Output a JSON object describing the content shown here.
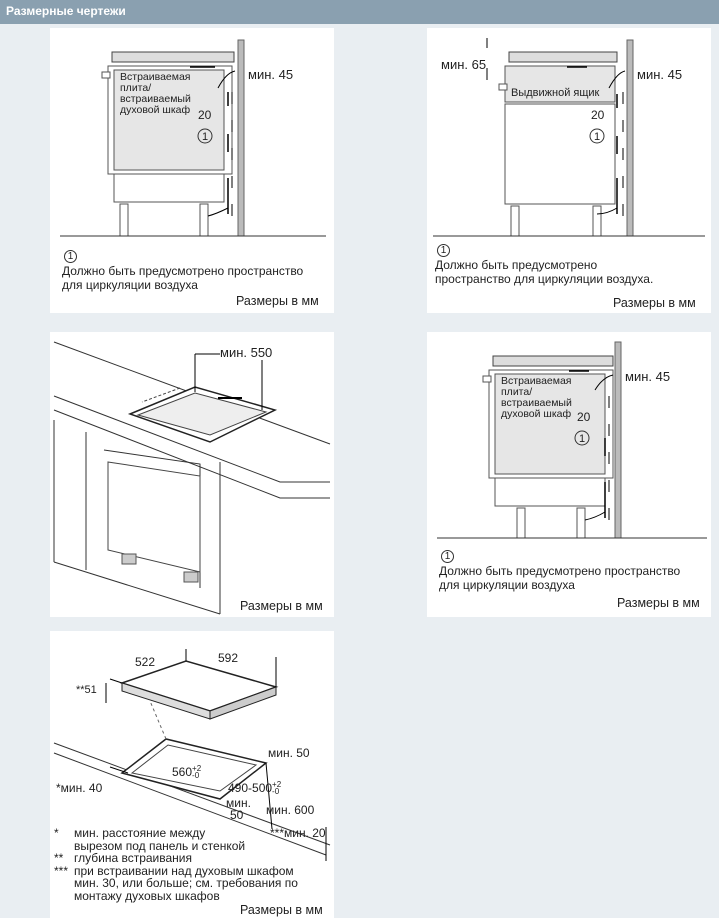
{
  "header": {
    "title": "Размерные чертежи"
  },
  "panel1": {
    "appliance": [
      "Встраиваемая",
      "плита/",
      "встраиваемый",
      "духовой шкаф"
    ],
    "dim_gap": "20",
    "dim_top": "мин. 45",
    "marker": "1",
    "note_marker": "1",
    "note": [
      "Должно быть предусмотрено пространство",
      "для циркуляции воздуха"
    ],
    "units": "Размеры в мм"
  },
  "panel2": {
    "dim_left": "мин. 65",
    "dim_top": "мин. 45",
    "drawer": "Выдвижной ящик",
    "dim_gap": "20",
    "marker": "1",
    "note_marker": "1",
    "note": [
      "Должно быть предусмотрено",
      "пространство для циркуляции воздуха."
    ],
    "units": "Размеры в мм"
  },
  "panel3": {
    "dim": "мин. 550",
    "units": "Размеры в мм"
  },
  "panel4": {
    "appliance": [
      "Встраиваемая",
      "плита/",
      "встраиваемый",
      "духовой шкаф"
    ],
    "dim_gap": "20",
    "dim_top": "мин. 45",
    "marker": "1",
    "note_marker": "1",
    "note": [
      "Должно быть предусмотрено пространство",
      "для циркуляции воздуха"
    ],
    "units": "Размеры в мм"
  },
  "panel5": {
    "depth": "522",
    "width": "592",
    "height": "**51",
    "min50": "мин. 50",
    "cut_w": "560",
    "cut_w_tol": [
      "+2",
      "-0"
    ],
    "cut_d": "490-500",
    "cut_d_tol": [
      "+2",
      "-0"
    ],
    "min40": "*мин. 40",
    "min50b": [
      "мин.",
      "50"
    ],
    "min600": "мин. 600",
    "min20": "***мин. 20",
    "footnotes": [
      {
        "mark": "*",
        "lines": [
          "мин. расстояние между",
          "вырезом под панель и стенкой"
        ]
      },
      {
        "mark": "**",
        "lines": [
          "глубина встраивания"
        ]
      },
      {
        "mark": "***",
        "lines": [
          "при встраивании над духовым шкафом",
          "мин. 30, или больше; см. требования по",
          "монтажу духовых шкафов"
        ]
      }
    ],
    "units": "Размеры в мм"
  }
}
